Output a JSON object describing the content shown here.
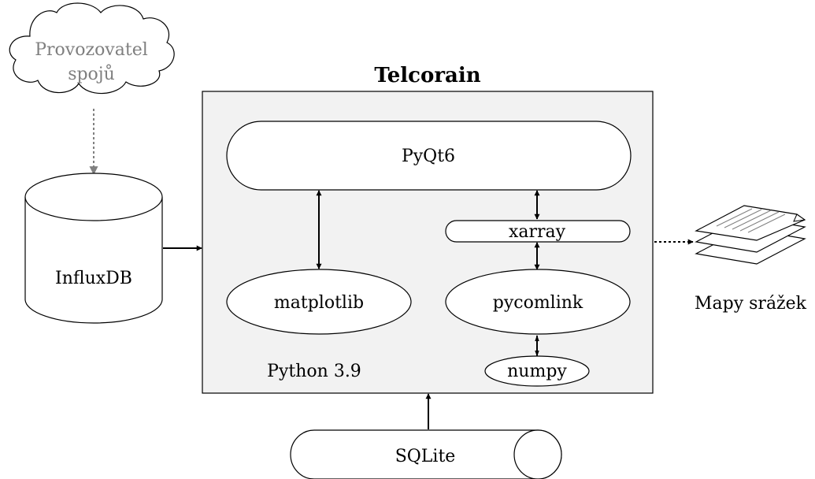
{
  "title": "Telcorain",
  "cloud": {
    "line1": "Provozovatel",
    "line2": "spojů"
  },
  "database": {
    "label": "InfluxDB"
  },
  "platform": {
    "label": "Python 3.9"
  },
  "modules": {
    "pyqt": "PyQt6",
    "xarray": "xarray",
    "matplotlib": "matplotlib",
    "pycomlink": "pycomlink",
    "numpy": "numpy"
  },
  "storage": {
    "label": "SQLite"
  },
  "output": {
    "label": "Mapy srážek"
  },
  "colors": {
    "stroke": "#000000",
    "container_fill": "#f2f2f2",
    "cloud_text": "#7f7f7f",
    "cloud_arrow": "#808080"
  }
}
